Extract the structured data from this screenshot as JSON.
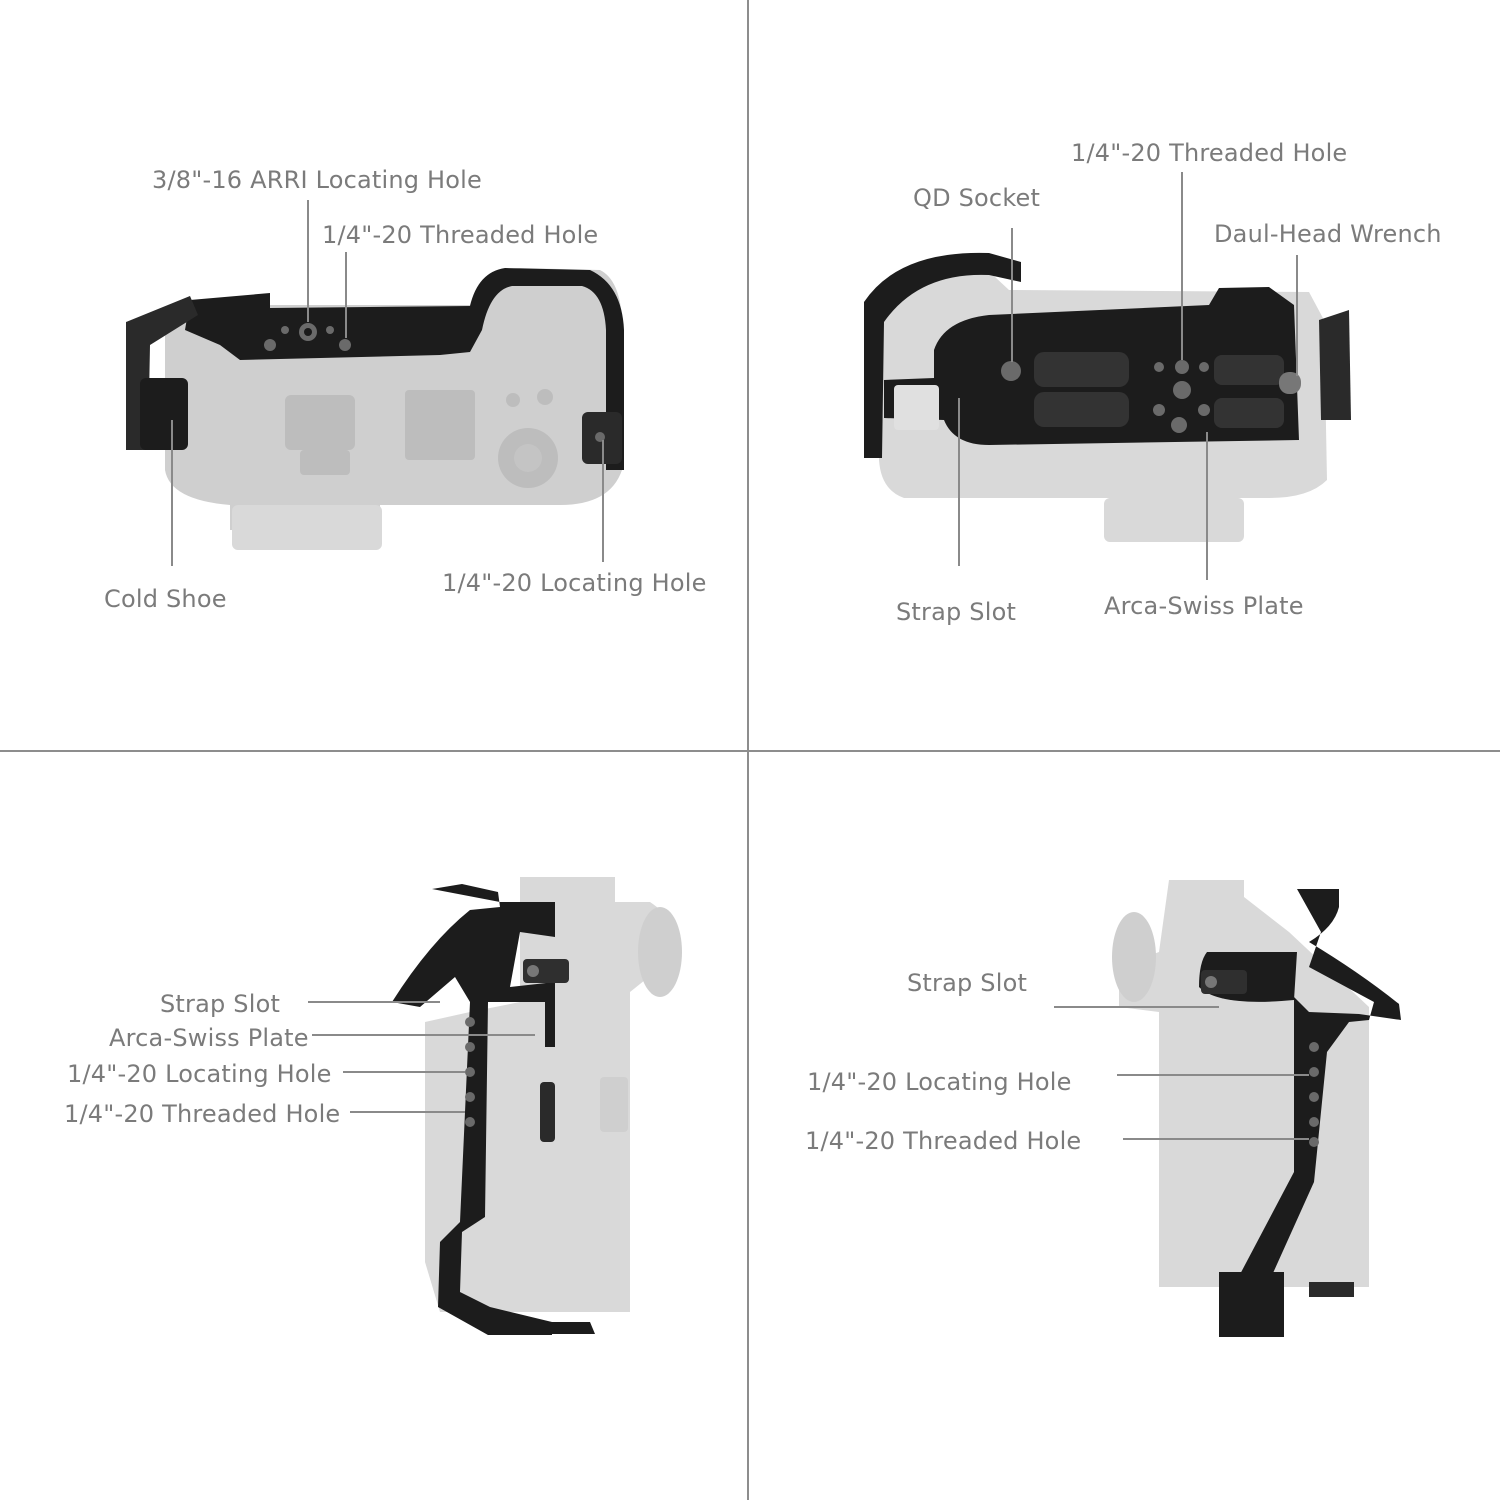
{
  "panels": {
    "top_left": {
      "labels": {
        "arri_hole": "3/8\"-16 ARRI Locating Hole",
        "threaded_hole": "1/4\"-20 Threaded Hole",
        "cold_shoe": "Cold Shoe",
        "locating_hole": "1/4\"-20 Locating Hole"
      }
    },
    "top_right": {
      "labels": {
        "threaded_hole": "1/4\"-20 Threaded Hole",
        "qd_socket": "QD  Socket",
        "wrench": "Daul-Head Wrench",
        "strap_slot": "Strap Slot",
        "arca_plate": "Arca-Swiss Plate"
      }
    },
    "bottom_left": {
      "labels": {
        "strap_slot": "Strap Slot",
        "arca_plate": "Arca-Swiss Plate",
        "locating_hole": "1/4\"-20 Locating Hole",
        "threaded_hole": "1/4\"-20 Threaded Hole"
      }
    },
    "bottom_right": {
      "labels": {
        "strap_slot": "Strap Slot",
        "locating_hole": "1/4\"-20 Locating Hole",
        "threaded_hole": "1/4\"-20 Threaded Hole"
      }
    }
  }
}
